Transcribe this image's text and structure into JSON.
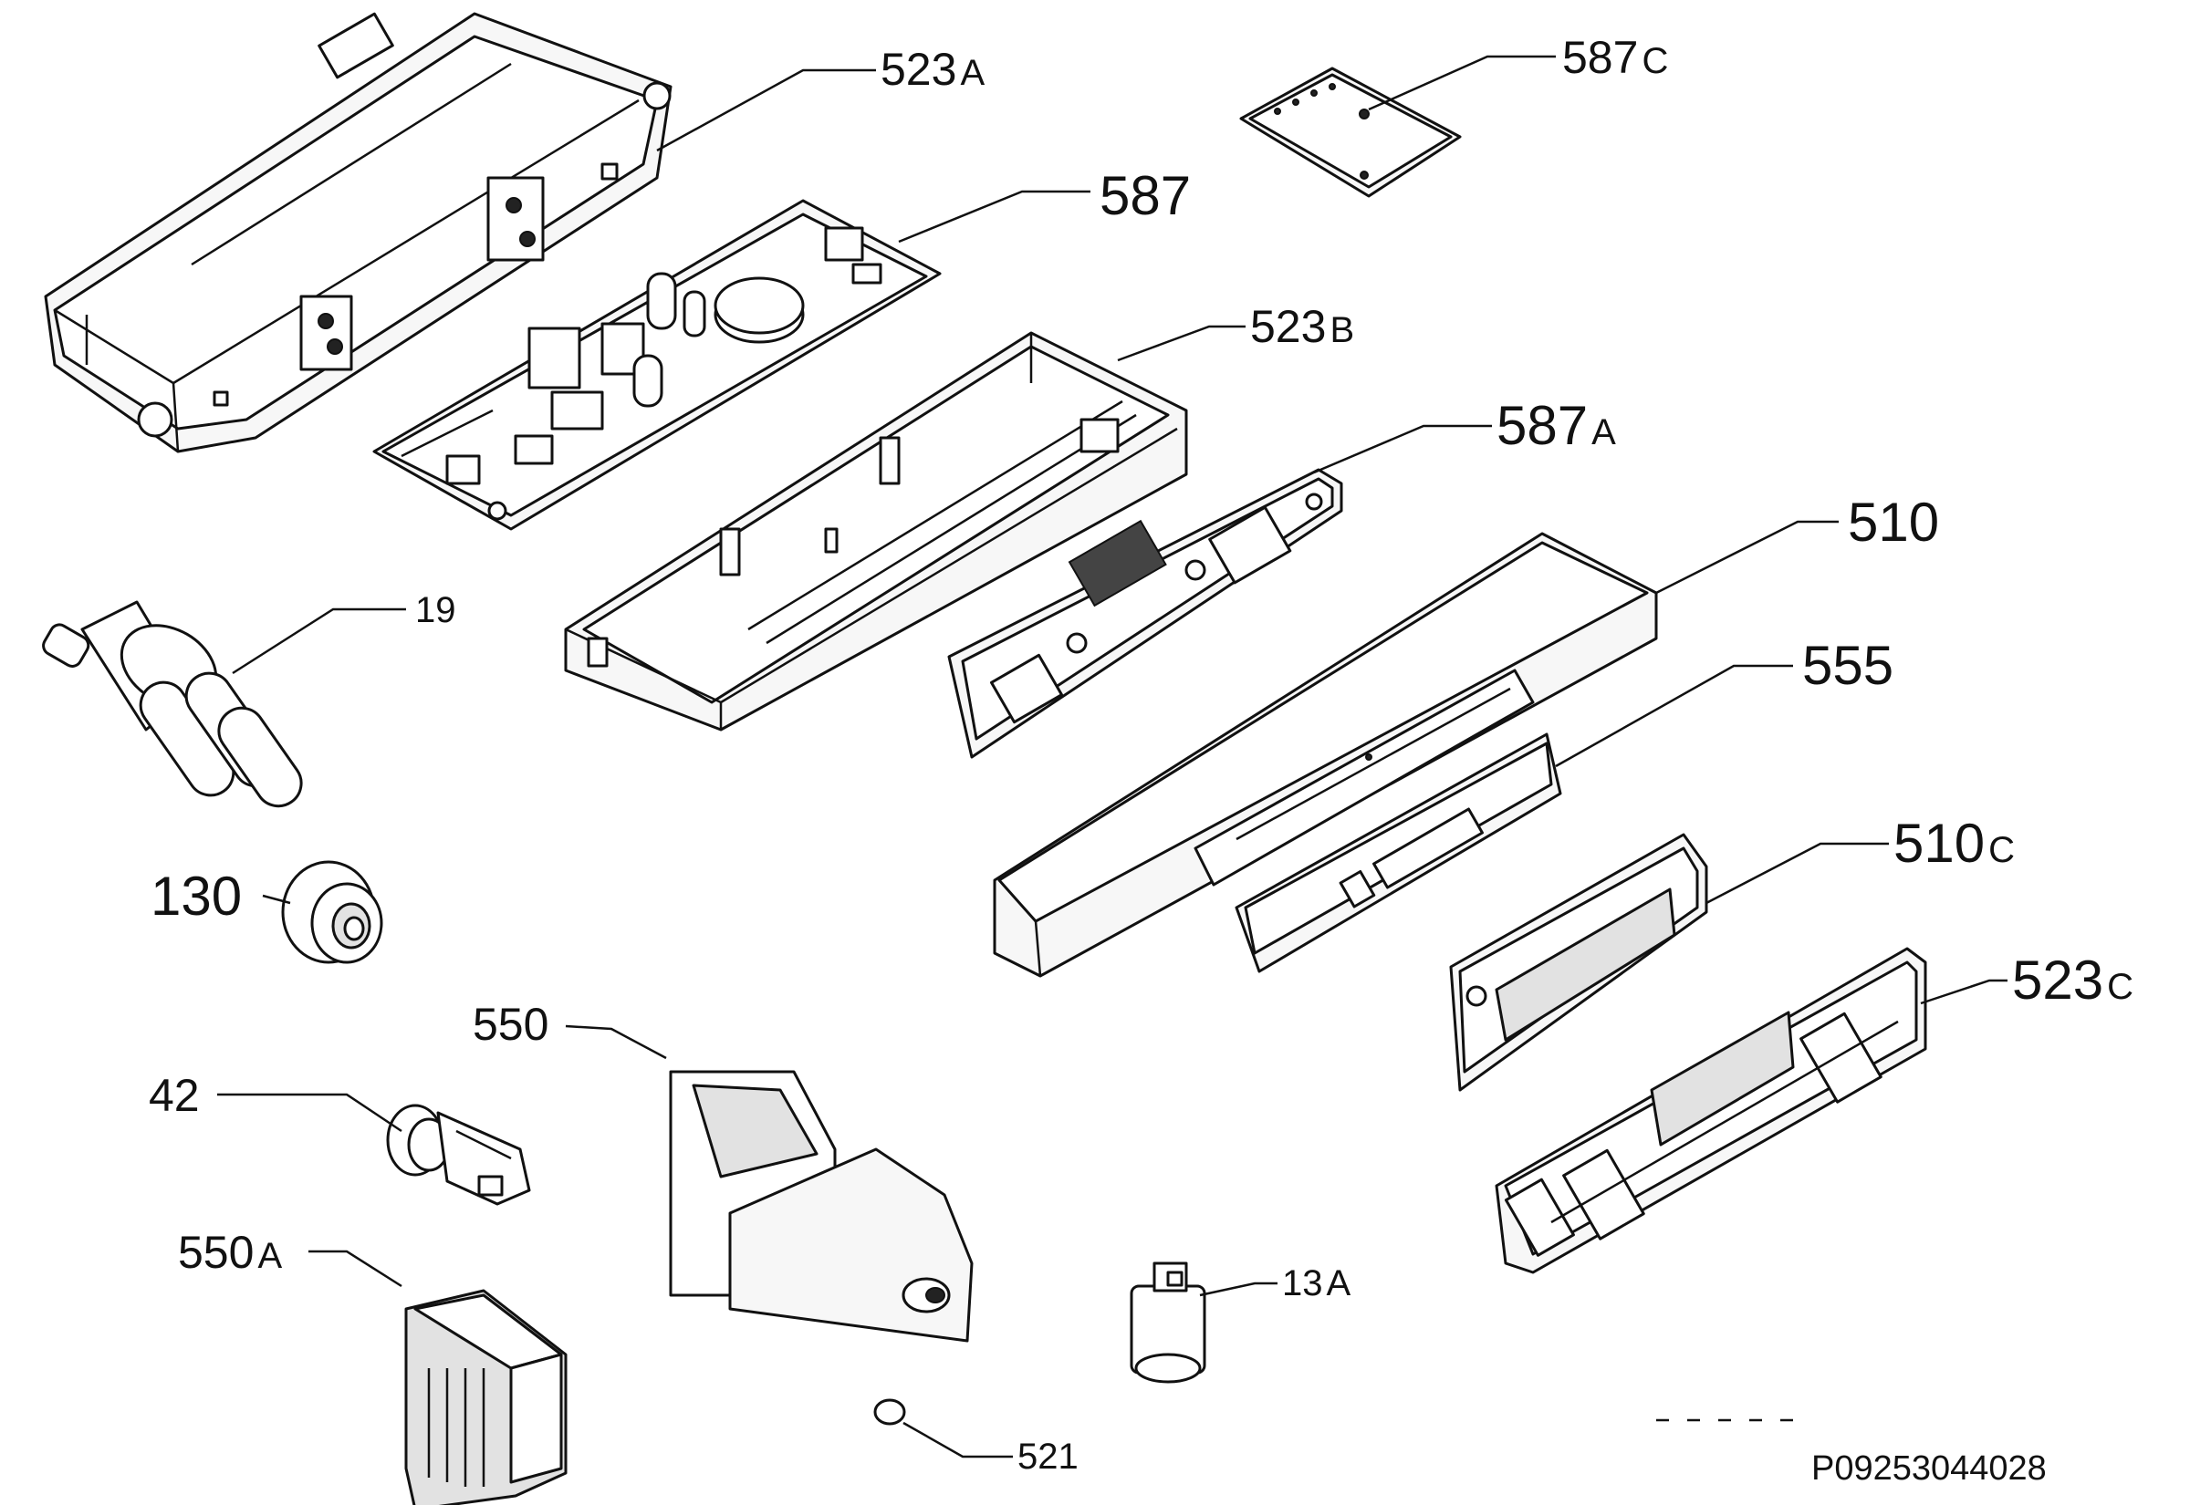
{
  "labels": {
    "p523A": {
      "num": "523",
      "suffix": "A"
    },
    "p587": {
      "num": "587",
      "suffix": ""
    },
    "p587C": {
      "num": "587",
      "suffix": "C"
    },
    "p523B": {
      "num": "523",
      "suffix": "B"
    },
    "p587A": {
      "num": "587",
      "suffix": "A"
    },
    "p510": {
      "num": "510",
      "suffix": ""
    },
    "p555": {
      "num": "555",
      "suffix": ""
    },
    "p510C": {
      "num": "510",
      "suffix": "C"
    },
    "p523C": {
      "num": "523",
      "suffix": "C"
    },
    "p19": {
      "num": "19",
      "suffix": ""
    },
    "p130": {
      "num": "130",
      "suffix": ""
    },
    "p550": {
      "num": "550",
      "suffix": ""
    },
    "p42": {
      "num": "42",
      "suffix": ""
    },
    "p550A": {
      "num": "550",
      "suffix": "A"
    },
    "p13A": {
      "num": "13",
      "suffix": "A"
    },
    "p521": {
      "num": "521",
      "suffix": ""
    }
  },
  "drawing_code": "P09253044028"
}
